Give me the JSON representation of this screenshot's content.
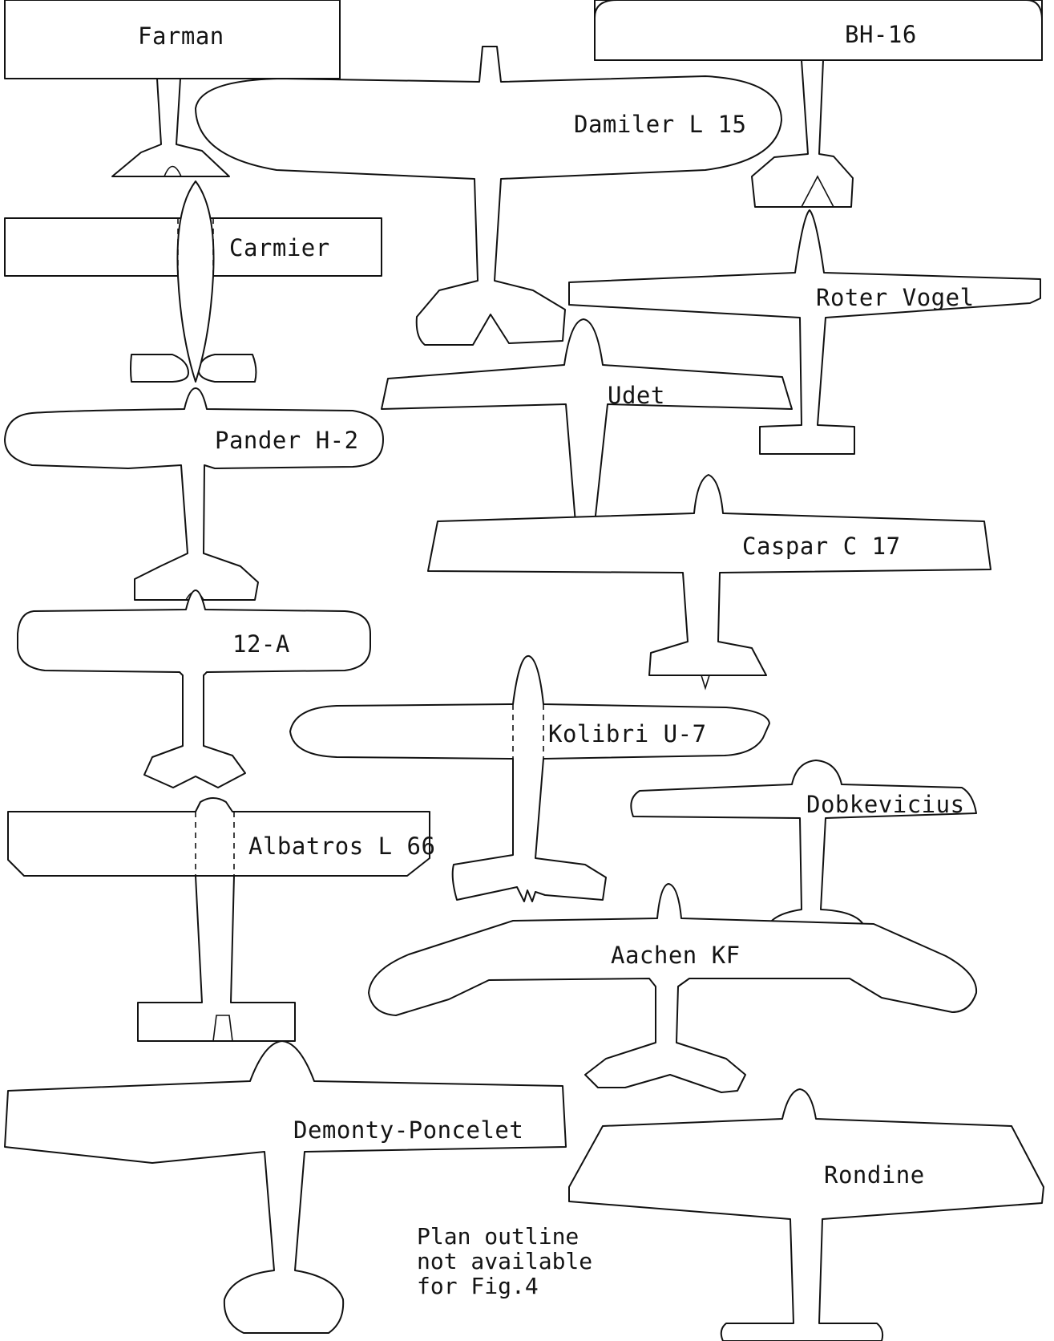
{
  "aircraft": [
    {
      "id": "farman",
      "label": "Farman"
    },
    {
      "id": "bh16",
      "label": "BH-16"
    },
    {
      "id": "damiler",
      "label": "Damiler L 15"
    },
    {
      "id": "carmier",
      "label": "Carmier"
    },
    {
      "id": "roter",
      "label": "Roter Vogel"
    },
    {
      "id": "udet",
      "label": "Udet"
    },
    {
      "id": "pander",
      "label": "Pander H-2"
    },
    {
      "id": "caspar",
      "label": "Caspar C 17"
    },
    {
      "id": "a12",
      "label": "12-A"
    },
    {
      "id": "koliibri",
      "label": "Kolibri U-7"
    },
    {
      "id": "dobkevicius",
      "label": "Dobkevicius"
    },
    {
      "id": "albatros",
      "label": "Albatros L 66"
    },
    {
      "id": "aachen",
      "label": "Aachen KF"
    },
    {
      "id": "demonty",
      "label": "Demonty-Poncelet"
    },
    {
      "id": "rondine",
      "label": "Rondine"
    }
  ],
  "note": "Plan outline\nnot available\nfor Fig.4"
}
